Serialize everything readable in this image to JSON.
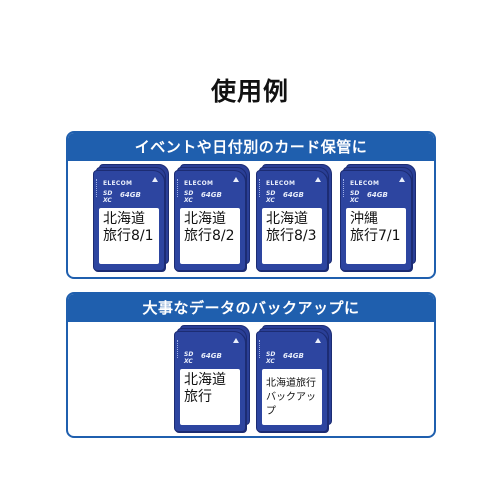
{
  "page": {
    "title": "使用例"
  },
  "panels": [
    {
      "header": "イベントや日付別のカード保管に",
      "cards": [
        {
          "brand": "ELECOM",
          "logo": "SD\nXC",
          "capacity": "64GB",
          "label": "北海道\n旅行8/1"
        },
        {
          "brand": "ELECOM",
          "logo": "SD\nXC",
          "capacity": "64GB",
          "label": "北海道\n旅行8/2"
        },
        {
          "brand": "ELECOM",
          "logo": "SD\nXC",
          "capacity": "64GB",
          "label": "北海道\n旅行8/3"
        },
        {
          "brand": "ELECOM",
          "logo": "SD\nXC",
          "capacity": "64GB",
          "label": "沖縄\n旅行7/1"
        }
      ]
    },
    {
      "header": "大事なデータのバックアップに",
      "cards": [
        {
          "brand": "",
          "logo": "SD\nXC",
          "capacity": "64GB",
          "label": "北海道\n旅行"
        },
        {
          "brand": "",
          "logo": "SD\nXC",
          "capacity": "64GB",
          "label": "北海道旅行\nバックアップ"
        }
      ]
    }
  ]
}
